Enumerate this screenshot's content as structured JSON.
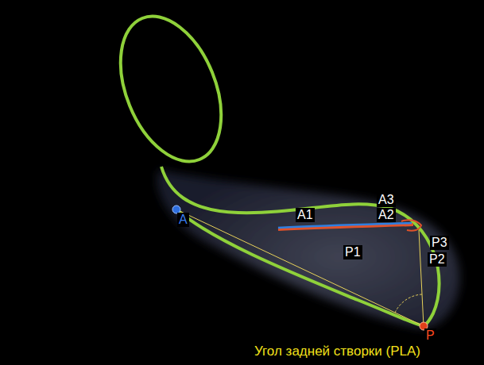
{
  "diagram": {
    "labels": [
      "A1",
      "A3",
      "A2",
      "P1",
      "P3",
      "P2",
      "A",
      "P",
      "Угол задней створки (PLA)"
    ]
  }
}
